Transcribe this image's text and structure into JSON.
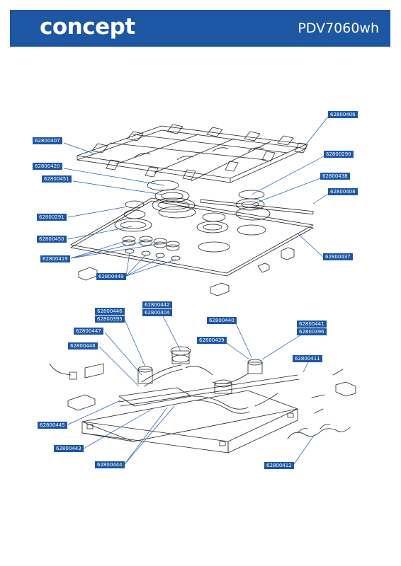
{
  "header": {
    "brand": "concept",
    "model": "PDV7060wh"
  },
  "labels": {
    "l406": "62800406",
    "l407": "62800407",
    "l290": "62800290",
    "l420": "62800420",
    "l438": "62800438",
    "l451": "62800451",
    "l408": "62800408",
    "l291": "62800291",
    "l450": "62800450",
    "l419": "62800419",
    "l437": "62800437",
    "l449": "62800449",
    "l442": "62800442",
    "l404": "62800404",
    "l446": "62800446",
    "l395": "62800395",
    "l440": "62800440",
    "l441": "62800441",
    "l396": "62800396",
    "l447": "62800447",
    "l439": "62800439",
    "l448": "62800448",
    "l411": "62800411",
    "l445": "62800445",
    "l443": "62800443",
    "l444": "62800444",
    "l412": "62800412"
  },
  "colors": {
    "brand": "#1d57a4",
    "leader": "#1d57a4",
    "drawing": "#222222"
  }
}
